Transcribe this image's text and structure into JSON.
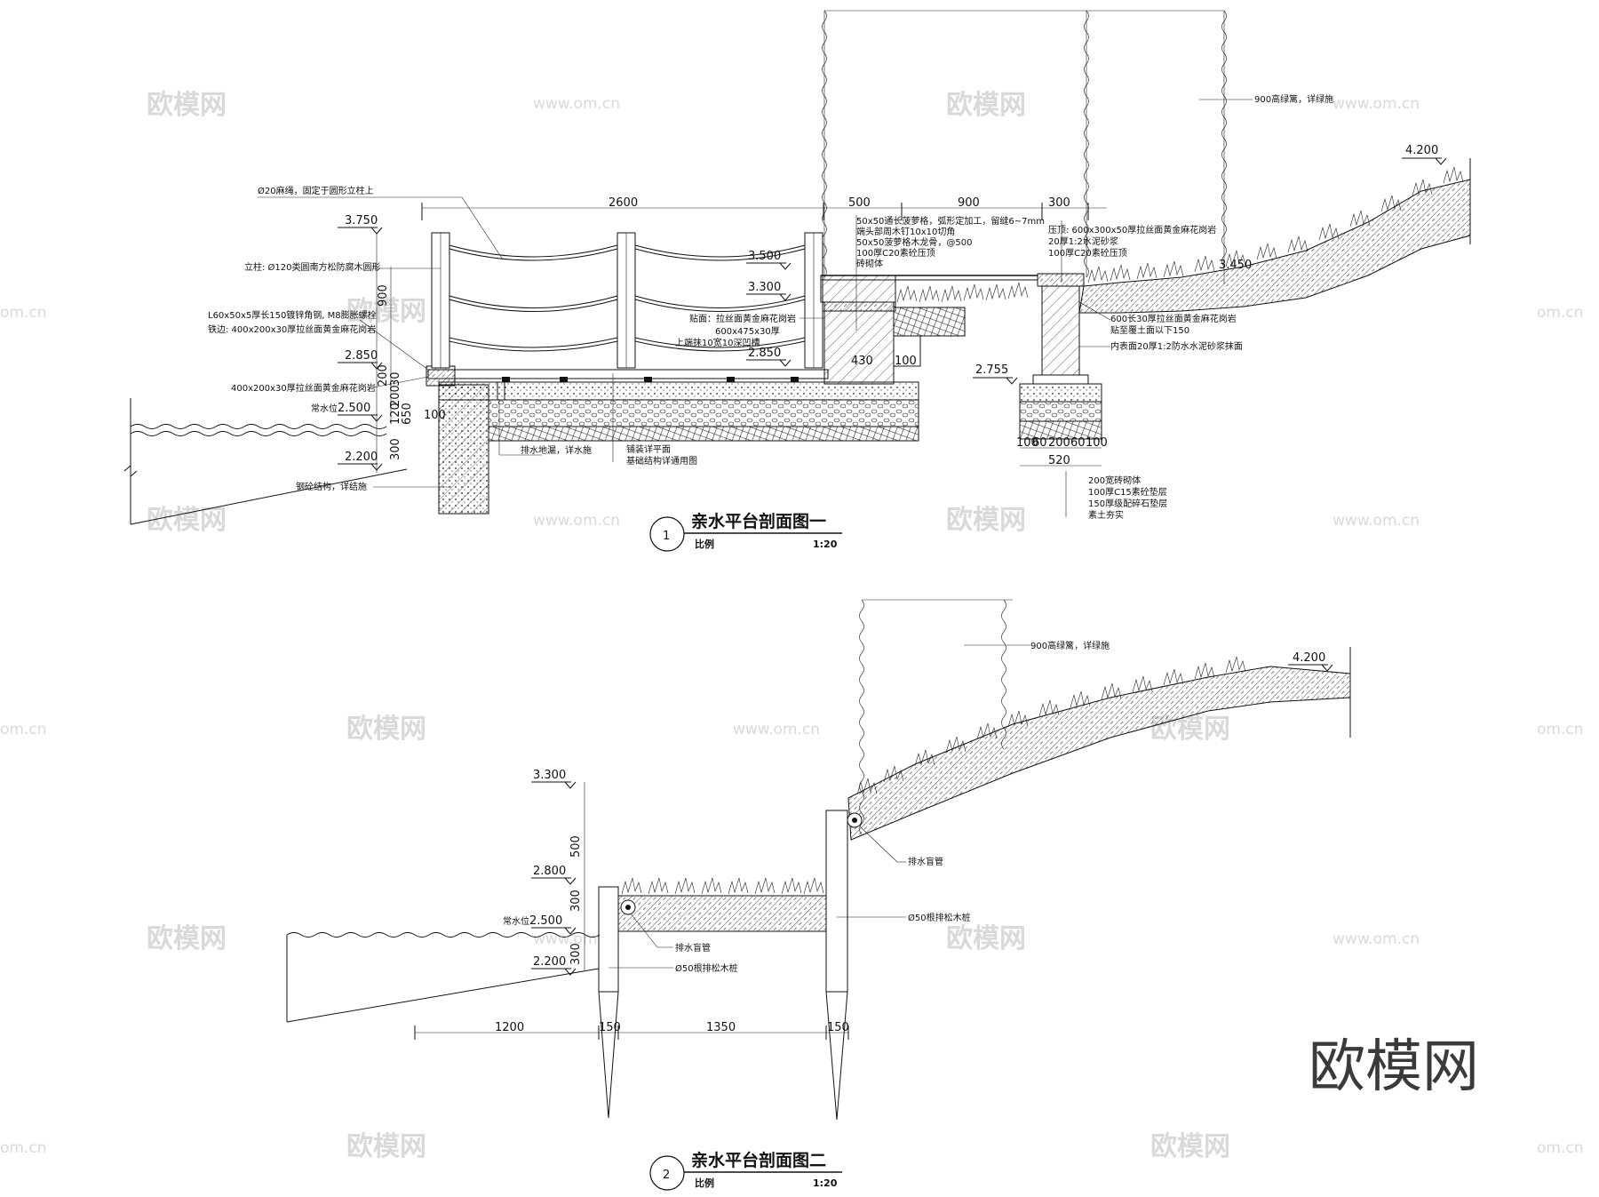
{
  "watermarks": {
    "brand": "欧模网",
    "url": "www.om.cn",
    "url_cropped": "om.cn",
    "big": "欧模网"
  },
  "section1": {
    "title": "亲水平台剖面图一",
    "number": "1",
    "scale_label": "比例",
    "scale": "1:20",
    "dims_top": [
      "2600",
      "500",
      "900",
      "300"
    ],
    "dims_vertical": [
      "900",
      "200",
      "30",
      "200",
      "120",
      "650",
      "300",
      "100"
    ],
    "dims_lower": [
      "430",
      "100"
    ],
    "dims_footing": [
      "100",
      "60",
      "200",
      "60",
      "100"
    ],
    "dim_footing_total": "520",
    "elevations": [
      "3.750",
      "3.500",
      "3.300",
      "2.850",
      "2.850",
      "2.500",
      "2.200",
      "2.755",
      "4.200",
      "3.450"
    ],
    "water_label": "常水位",
    "notes_left": [
      "Ø20麻绳，固定于圆形立柱上",
      "立柱: Ø120类圆南方松防腐木圆形",
      "L60x50x5厚长150镀锌角钢, M8膨胀螺栓",
      "铁边: 400x200x30厚拉丝面黄金麻花岗岩",
      "400x200x30厚拉丝面黄金麻花岗岩",
      "常水位",
      "钢砼结构，详结施"
    ],
    "notes_mid": [
      "50x50通长菠萝格，弧形定加工，留缝6~7mm",
      "端头部周木钉10x10切角",
      "50x50菠萝格木龙骨，@500",
      "100厚C20素砼压顶",
      "砖砌体",
      "贴面：拉丝面黄金麻花岗岩",
      "600x475x30厚",
      "上端抹10宽10深凹槽"
    ],
    "notes_bottom": [
      "排水地漏，详水施",
      "铺装详平面",
      "基础结构详通用图"
    ],
    "notes_right": [
      "压顶: 600x300x50厚拉丝面黄金麻花岗岩",
      "20厚1:2水泥砂浆",
      "100厚C20素砼压顶",
      "600长30厚拉丝面黄金麻花岗岩",
      "贴至覆土面以下150",
      "内表面20厚1:2防水水泥砂浆抹面"
    ],
    "notes_footing": [
      "200宽砖砌体",
      "100厚C15素砼垫层",
      "150厚级配碎石垫层",
      "素土夯实"
    ],
    "note_hedge": "900高绿篱，详绿施"
  },
  "section2": {
    "title": "亲水平台剖面图二",
    "number": "2",
    "scale_label": "比例",
    "scale": "1:20",
    "dims_bottom": [
      "1200",
      "150",
      "1350",
      "150"
    ],
    "dims_vertical": [
      "500",
      "300",
      "300"
    ],
    "elevations": [
      "3.300",
      "2.800",
      "2.500",
      "2.200",
      "4.200"
    ],
    "water_label": "常水位",
    "notes": [
      "900高绿篱，详绿施",
      "排水盲管",
      "Ø50根排松木桩",
      "排水盲管",
      "Ø50根排松木桩"
    ]
  }
}
